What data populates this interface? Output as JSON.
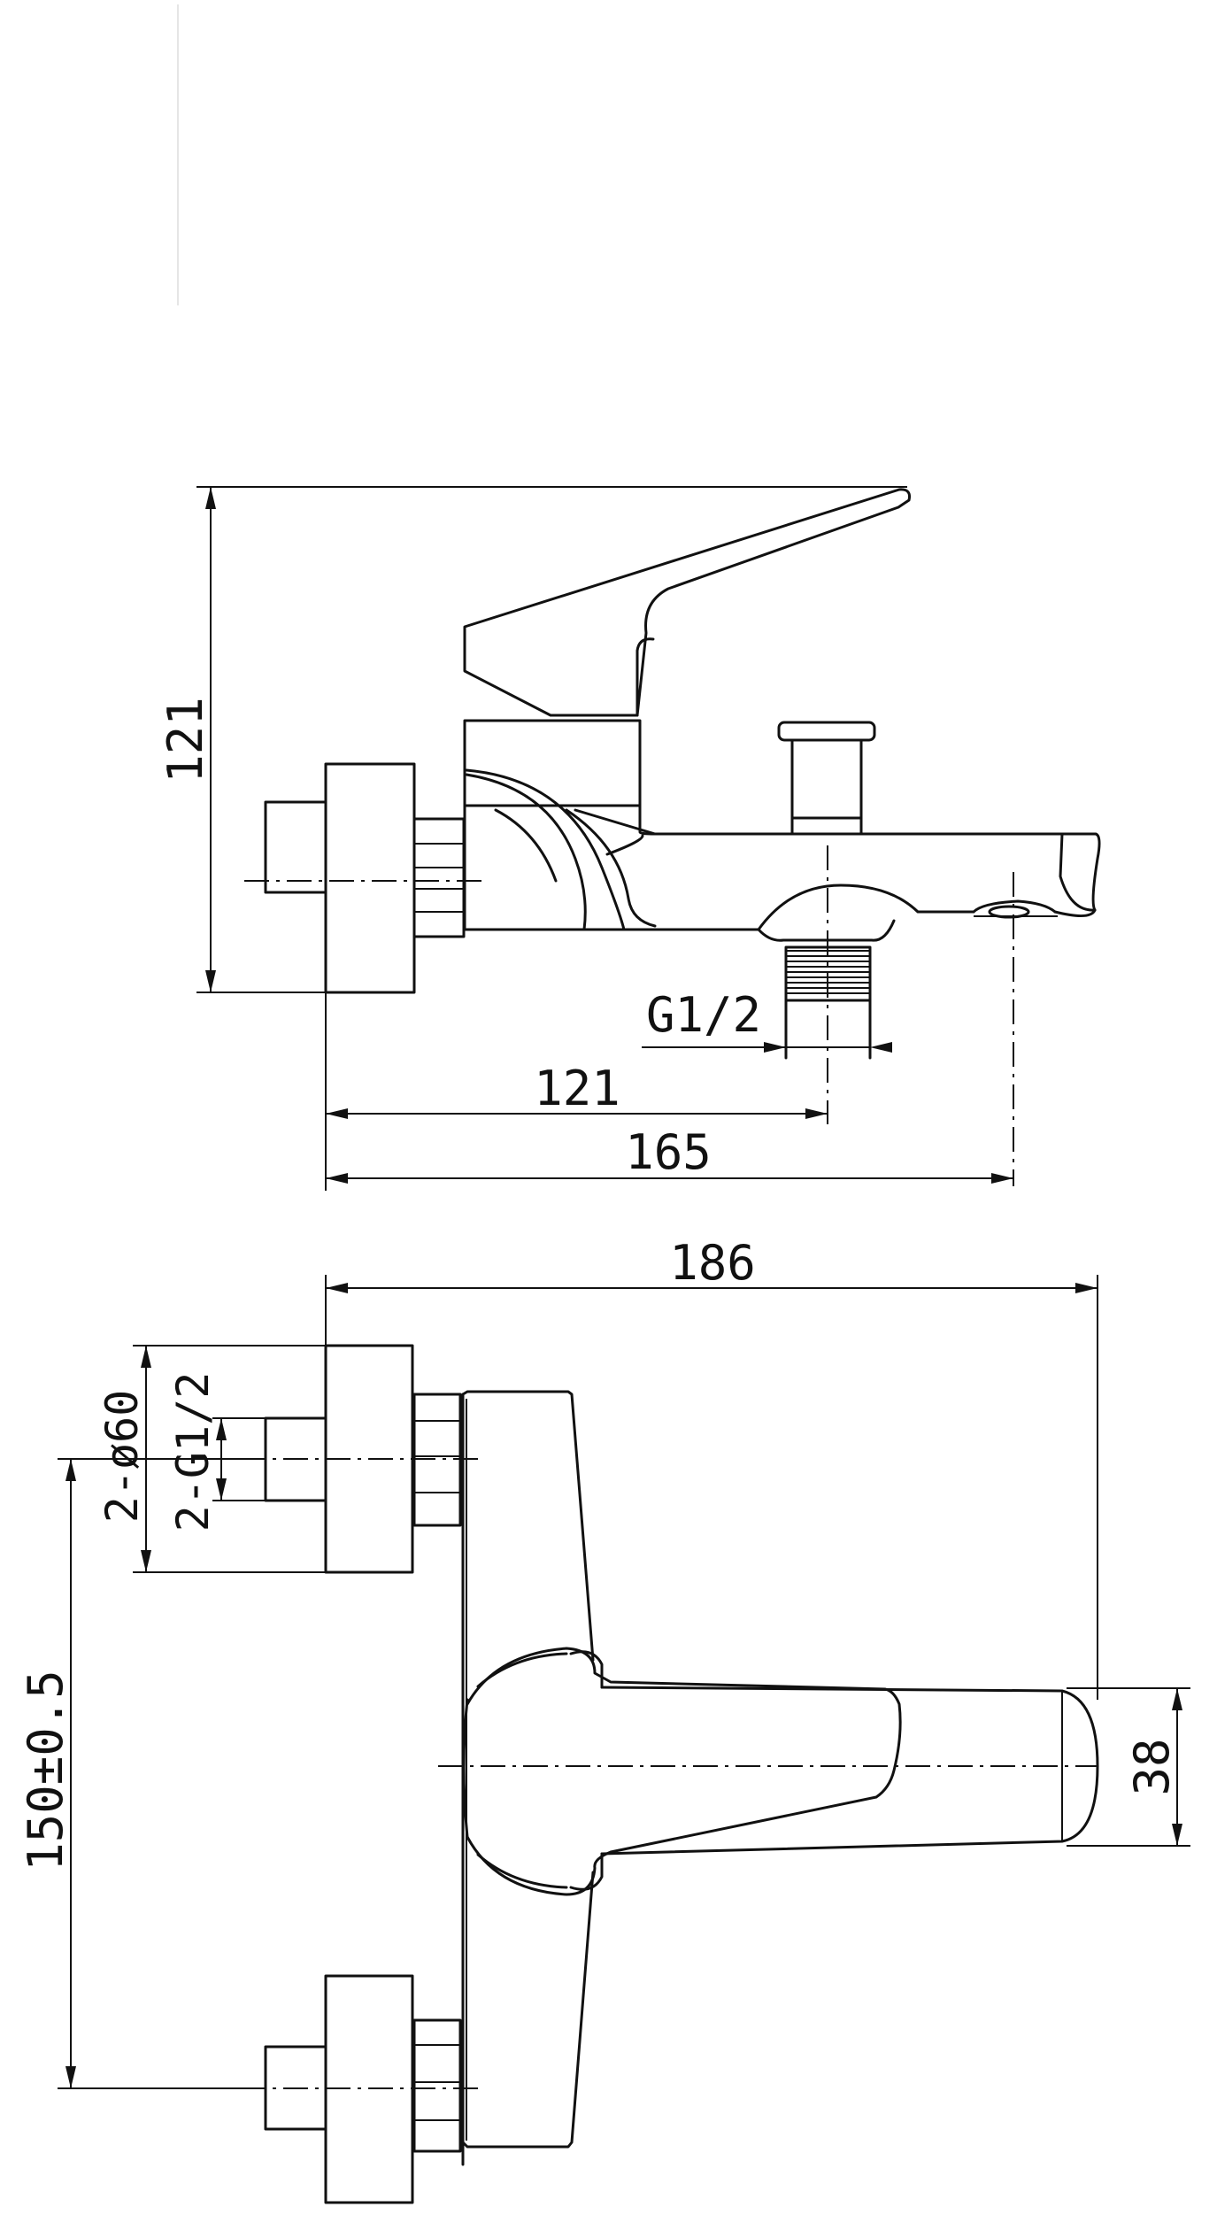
{
  "side_view": {
    "dim_height": "121",
    "dim_outlet_thread": "G1/2",
    "dim_outlet_offset": "121",
    "dim_spout_reach": "165"
  },
  "top_view": {
    "dim_overall_width": "186",
    "dim_escutcheon": "2-ø60",
    "dim_inlet_thread": "2-G1/2",
    "dim_center_distance": "150±0.5",
    "dim_spout_width": "38"
  }
}
